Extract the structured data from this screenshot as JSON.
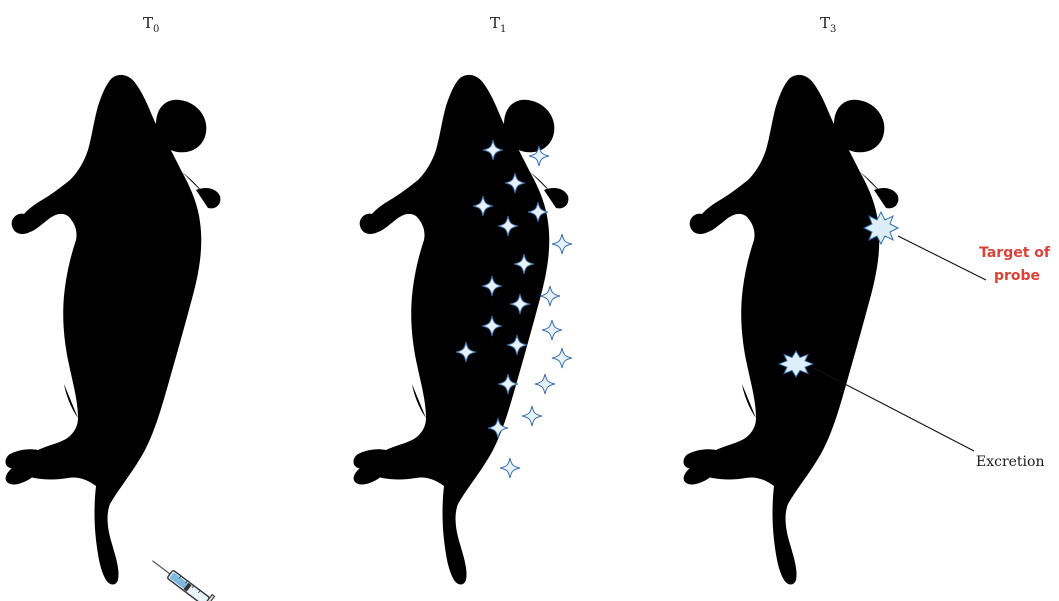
{
  "panels": [
    {
      "label_main": "T",
      "label_sub": "0"
    },
    {
      "label_main": "T",
      "label_sub": "1"
    },
    {
      "label_main": "T",
      "label_sub": "3"
    }
  ],
  "callouts": {
    "target_line1": "Target of",
    "target_line2": "probe",
    "excretion": "Excretion"
  },
  "colors": {
    "target_text": "#d9423a",
    "probe_signal": "#3a6ea8",
    "probe_fill": "#e8f2fb"
  },
  "icons": [
    "mouse-outline",
    "syringe-icon",
    "probe-sparkle-icon",
    "signal-burst-icon"
  ]
}
